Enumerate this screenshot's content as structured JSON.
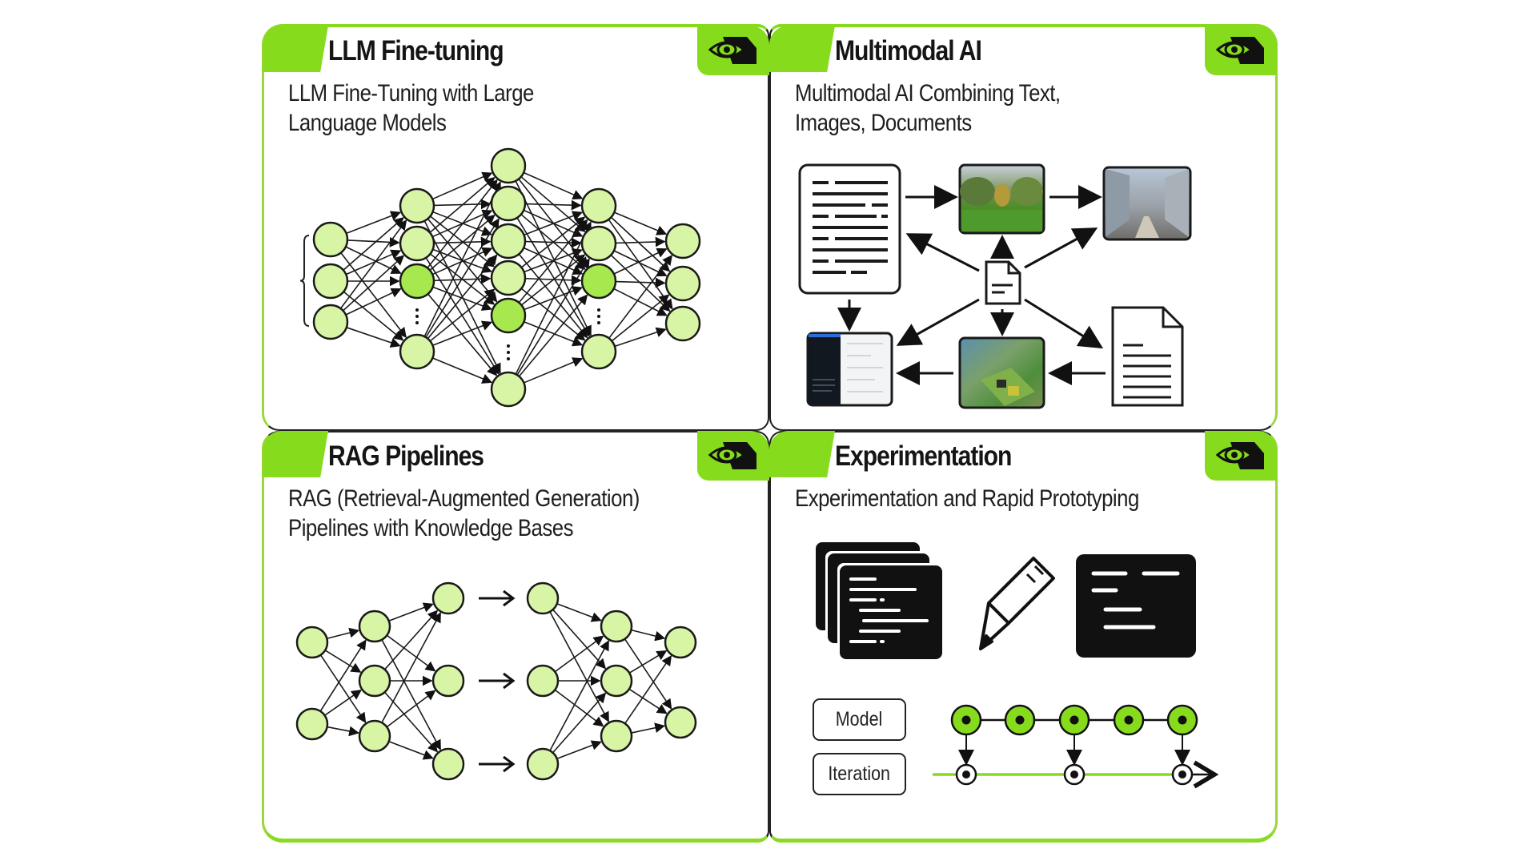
{
  "colors": {
    "accent_green": "#86dc1c",
    "node_fill": "#d8f5a6",
    "node_highlight": "#a8e84f",
    "node_stroke": "#1a1a1a"
  },
  "cards": [
    {
      "title": "LLM Fine-tuning",
      "subtitle_lines": [
        "LLM Fine-Tuning with Large",
        "Language Models"
      ],
      "logo": "nvidia-eye-logo",
      "diagram": {
        "type": "neural-network",
        "layers": [
          3,
          4,
          6,
          4,
          3
        ],
        "ellipsis_after_node": [
          null,
          3,
          5,
          3,
          null
        ],
        "highlighted": [
          [
            1,
            2
          ],
          [
            2,
            4
          ],
          [
            3,
            2
          ]
        ],
        "input_bracket": true
      }
    },
    {
      "title": "Multimodal AI",
      "subtitle_lines": [
        "Multimodal AI Combining Text,",
        "Images, Documents"
      ],
      "logo": "nvidia-eye-logo",
      "diagram": {
        "type": "multimodal-flow",
        "items": [
          {
            "name": "text-document",
            "kind": "text-icon"
          },
          {
            "name": "park-photo",
            "kind": "image"
          },
          {
            "name": "street-photo",
            "kind": "image"
          },
          {
            "name": "central-document",
            "kind": "doc-icon"
          },
          {
            "name": "dashboard-screenshot",
            "kind": "image"
          },
          {
            "name": "aerial-photo",
            "kind": "image"
          },
          {
            "name": "page-document",
            "kind": "doc-icon"
          }
        ]
      }
    },
    {
      "title": "RAG Pipelines",
      "subtitle_lines": [
        "RAG (Retrieval-Augmented Generation)",
        "Pipelines with Knowledge Bases"
      ],
      "logo": "nvidia-eye-logo",
      "diagram": {
        "type": "two-networks",
        "left_layers": [
          2,
          3,
          3
        ],
        "right_layers": [
          3,
          3,
          2
        ],
        "bridge_arrows": 3
      }
    },
    {
      "title": "Experimentation",
      "subtitle_lines": [
        "Experimentation and Rapid Prototyping"
      ],
      "logo": "nvidia-eye-logo",
      "diagram": {
        "type": "prototyping",
        "icons": [
          "stacked-code-files-icon",
          "pencil-icon",
          "terminal-icon"
        ],
        "timeline_labels": [
          "Model",
          "Iteration"
        ],
        "model_nodes": 5,
        "iteration_nodes_at": [
          0,
          2,
          4
        ]
      }
    }
  ]
}
